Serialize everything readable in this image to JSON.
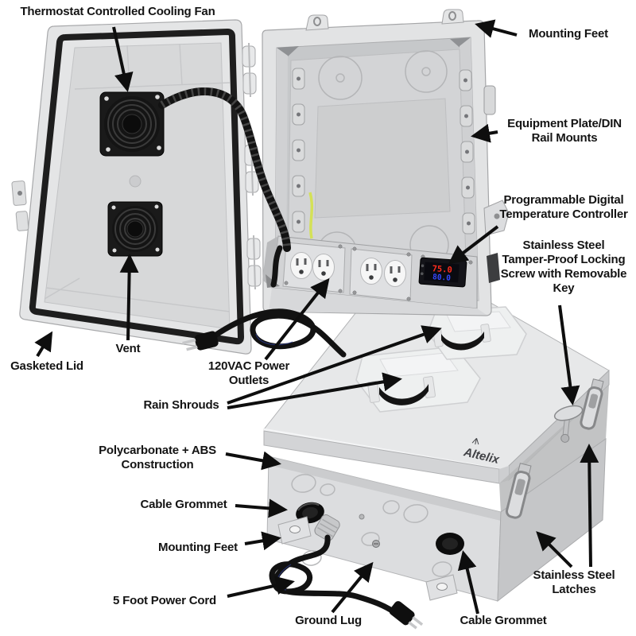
{
  "diagram": {
    "brand_logo": "Altelix",
    "temperature_controller": {
      "reading_top": "75.0",
      "reading_bottom": "80.0"
    },
    "colors": {
      "arrow": "#0e0e0e",
      "display_red": "#ff2d1d",
      "display_blue": "#3448ff"
    }
  },
  "labels": {
    "cooling_fan": "Thermostat Controlled Cooling Fan",
    "mounting_feet_top": "Mounting Feet",
    "equipment_mounts": "Equipment Plate/DIN\nRail Mounts",
    "temp_controller": "Programmable Digital\nTemperature Controller",
    "locking_screw": "Stainless Steel\nTamper-Proof Locking\nScrew with Removable\nKey",
    "gasketed_lid": "Gasketed Lid",
    "vent": "Vent",
    "power_outlets": "120VAC Power\nOutlets",
    "rain_shrouds": "Rain Shrouds",
    "construction": "Polycarbonate + ABS\nConstruction",
    "cable_grommet_side": "Cable Grommet",
    "mounting_feet_bottom": "Mounting Feet",
    "power_cord": "5 Foot Power Cord",
    "ground_lug": "Ground Lug",
    "cable_grommet_front": "Cable Grommet",
    "latches": "Stainless Steel\nLatches"
  }
}
